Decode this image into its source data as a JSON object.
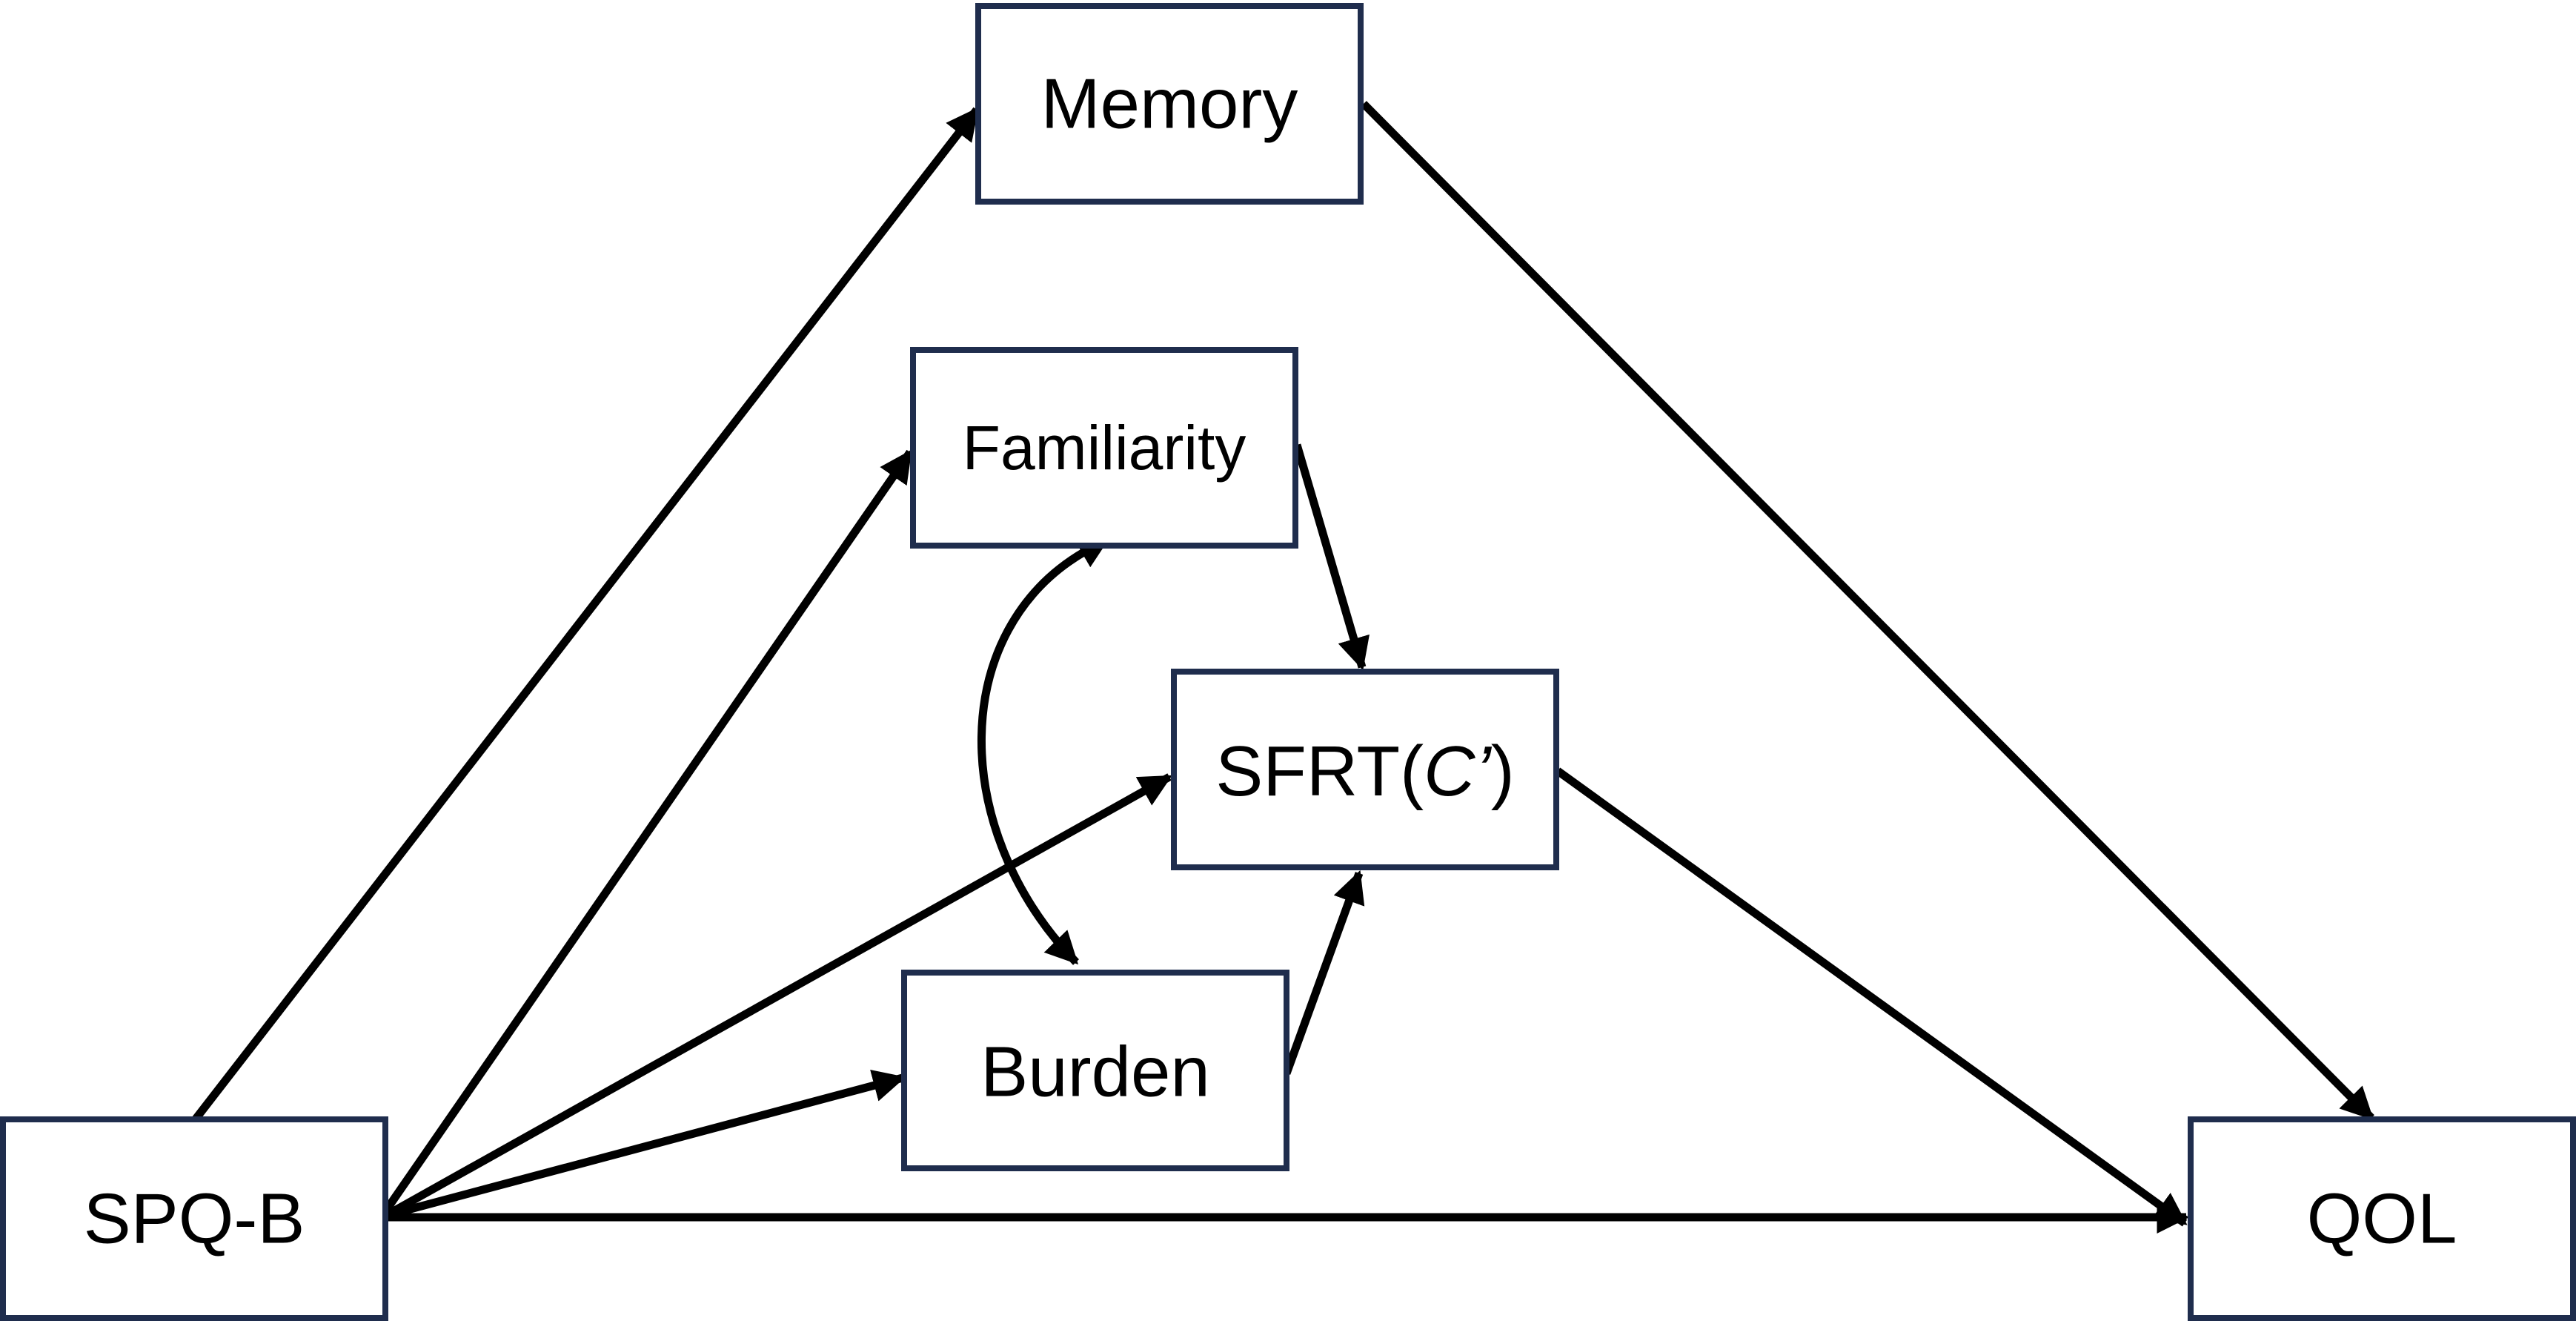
{
  "nodes": {
    "memory": {
      "label": "Memory"
    },
    "familiarity": {
      "label": "Familiarity"
    },
    "sfrt": {
      "label_prefix": "SFRT(",
      "label_italic": "C’",
      "label_suffix": ")"
    },
    "burden": {
      "label": "Burden"
    },
    "spqb": {
      "label": "SPQ-B"
    },
    "qol": {
      "label": "QOL"
    }
  },
  "edges": [
    {
      "from": "SPQ-B",
      "to": "Memory"
    },
    {
      "from": "SPQ-B",
      "to": "Familiarity"
    },
    {
      "from": "SPQ-B",
      "to": "SFRT(C’)"
    },
    {
      "from": "SPQ-B",
      "to": "Burden"
    },
    {
      "from": "SPQ-B",
      "to": "QOL"
    },
    {
      "from": "Memory",
      "to": "QOL"
    },
    {
      "from": "Familiarity",
      "to": "SFRT(C’)"
    },
    {
      "from": "Burden",
      "to": "SFRT(C’)"
    },
    {
      "from": "SFRT(C’)",
      "to": "QOL"
    },
    {
      "from": "Familiarity",
      "to": "Burden",
      "bidirectional": true
    }
  ],
  "colors": {
    "box_stroke": "#1f2d4d",
    "arrow": "#000000"
  }
}
